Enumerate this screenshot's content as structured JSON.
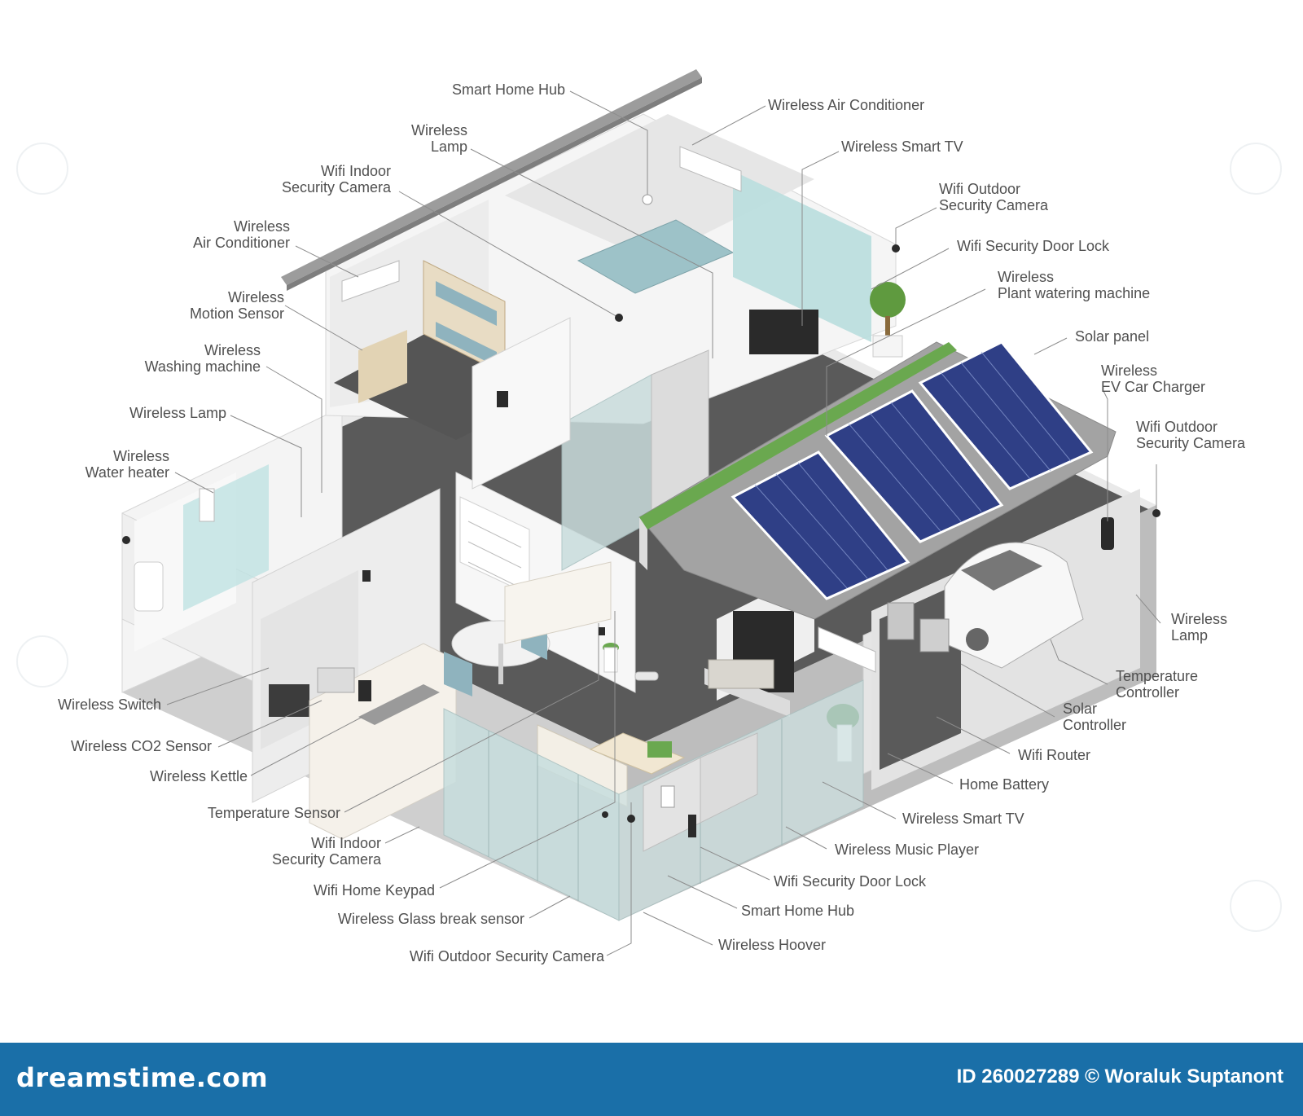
{
  "labels": {
    "smart_home_hub_top": [
      "Smart Home Hub"
    ],
    "wireless_lamp_top": [
      "Wireless",
      "Lamp"
    ],
    "wifi_indoor_cam_top": [
      "Wifi Indoor",
      "Security Camera"
    ],
    "wireless_ac_left": [
      "Wireless",
      "Air Conditioner"
    ],
    "motion_sensor": [
      "Wireless",
      "Motion Sensor"
    ],
    "washing_machine": [
      "Wireless",
      "Washing machine"
    ],
    "wireless_lamp_left": [
      "Wireless Lamp"
    ],
    "water_heater": [
      "Wireless",
      "Water heater"
    ],
    "wireless_switch": [
      "Wireless Switch"
    ],
    "co2_sensor": [
      "Wireless CO2 Sensor"
    ],
    "kettle": [
      "Wireless Kettle"
    ],
    "temp_sensor": [
      "Temperature Sensor"
    ],
    "wifi_indoor_cam_bottom": [
      "Wifi Indoor",
      "Security Camera"
    ],
    "home_keypad": [
      "Wifi Home Keypad"
    ],
    "glass_break": [
      "Wireless Glass break sensor"
    ],
    "outdoor_cam_bottom": [
      "Wifi Outdoor Security Camera"
    ],
    "wireless_ac_top": [
      "Wireless Air Conditioner"
    ],
    "smart_tv_top": [
      "Wireless Smart TV"
    ],
    "outdoor_cam_top": [
      "Wifi Outdoor",
      "Security Camera"
    ],
    "door_lock_top": [
      "Wifi Security Door Lock"
    ],
    "plant_watering": [
      "Wireless",
      "Plant watering machine"
    ],
    "solar_panel": [
      "Solar panel"
    ],
    "ev_charger": [
      "Wireless",
      "EV Car Charger"
    ],
    "outdoor_cam_right": [
      "Wifi Outdoor",
      "Security Camera"
    ],
    "wireless_lamp_right": [
      "Wireless",
      "Lamp"
    ],
    "temp_controller": [
      "Temperature",
      "Controller"
    ],
    "solar_controller": [
      "Solar",
      "Controller"
    ],
    "wifi_router": [
      "Wifi Router"
    ],
    "home_battery": [
      "Home Battery"
    ],
    "smart_tv_bottom": [
      "Wireless Smart TV"
    ],
    "music_player": [
      "Wireless Music Player"
    ],
    "door_lock_bottom": [
      "Wifi Security Door Lock"
    ],
    "smart_home_hub_bottom": [
      "Smart Home Hub"
    ],
    "hoover": [
      "Wireless Hoover"
    ]
  },
  "footer": {
    "brand": "dreamstime.com",
    "credit": "ID 260027289 © Woraluk Suptanont"
  },
  "colors": {
    "footer_bg": "#1a6fa8",
    "solar_panel": "#2f3f86",
    "glass": "#b9dede",
    "floor": "#5a5a5a",
    "wall": "#f3f3f3",
    "roof": "#9c9c9c",
    "hedge": "#6aa84f"
  }
}
